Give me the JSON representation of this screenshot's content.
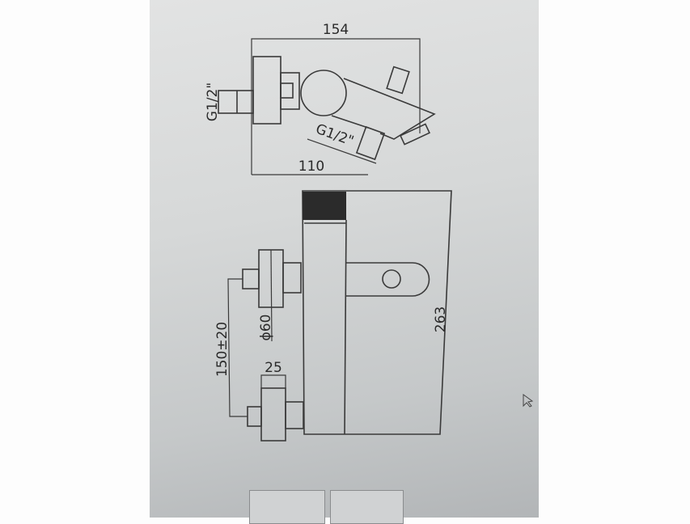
{
  "top_view": {
    "dim_width_total": "154",
    "dim_width_body": "110",
    "inlet_thread_label": "G1/2\"",
    "outlet_thread_label": "G1/2\""
  },
  "side_view": {
    "dim_height": "263",
    "dim_center_distance": "150±20",
    "dim_flange_diameter": "ϕ60",
    "dim_connector_width": "25"
  },
  "colors": {
    "line": "#3a3a3a",
    "handle_fill": "#2b2b2b"
  }
}
